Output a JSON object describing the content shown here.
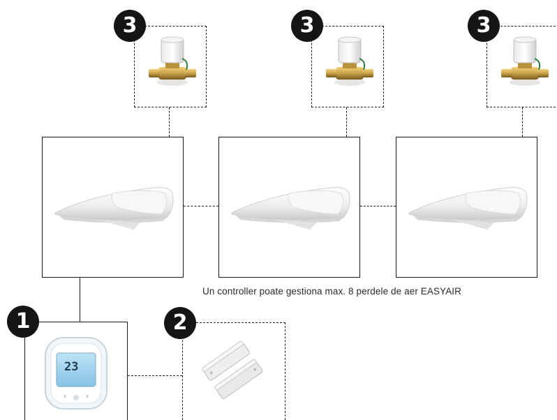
{
  "badges": {
    "controller": "1",
    "door_sensor": "2",
    "valve": "3"
  },
  "caption": "Un controller poate gestiona max. 8 perdele de aer EASYAIR",
  "thermostat": {
    "display_value": "23"
  },
  "icons": {
    "valve": "thermoelectric-valve-icon",
    "air_curtain": "air-curtain-icon",
    "thermostat": "thermostat-icon",
    "door_sensor": "magnetic-door-sensor-icon"
  },
  "colors": {
    "line": "#1a1a1a",
    "badge": "#151515",
    "thermostat_screen": "#9fd0ec",
    "valve_brass": "#c9a24a"
  }
}
